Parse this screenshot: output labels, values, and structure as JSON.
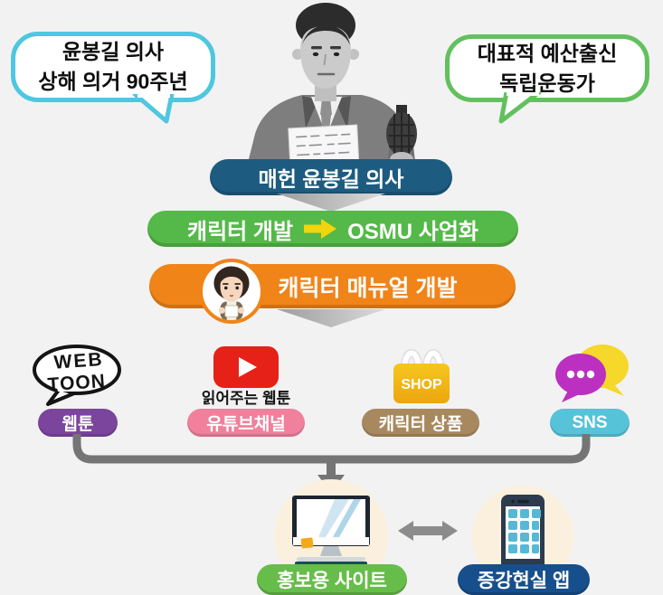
{
  "bubbles": {
    "left": {
      "lines": [
        "윤봉길 의사",
        "상해 의거 90주년"
      ],
      "border_color": "#4ec7e0"
    },
    "right": {
      "lines": [
        "대표적 예산출신",
        "독립운동가"
      ],
      "border_color": "#62c15e"
    }
  },
  "flow": {
    "title_pill": {
      "label": "매헌 윤봉길 의사",
      "color": "#1d5c80"
    },
    "step2": {
      "left": "캐릭터 개발",
      "right": "OSMU 사업화",
      "color": "#54b948",
      "arrow_color": "#f2d50c"
    },
    "step3": {
      "label": "캐릭터 매뉴얼 개발",
      "color": "#f08419"
    }
  },
  "channels": [
    {
      "id": "webtoon",
      "icon_line1": "WEB",
      "icon_line2": "TOON",
      "label": "웹툰",
      "pill_color": "#7b459e"
    },
    {
      "id": "youtube",
      "caption": "읽어주는 웹툰",
      "label": "유튜브채널",
      "pill_color": "#f0809c"
    },
    {
      "id": "shop",
      "icon_text": "SHOP",
      "label": "캐릭터 상품",
      "pill_color": "#a8895f"
    },
    {
      "id": "sns",
      "label": "SNS",
      "pill_color": "#56c3d8"
    }
  ],
  "outputs": {
    "website": {
      "label": "홍보용 사이트",
      "color": "#67bd4a"
    },
    "ar_app": {
      "label": "증강현실 앱",
      "color": "#164f8c"
    }
  }
}
